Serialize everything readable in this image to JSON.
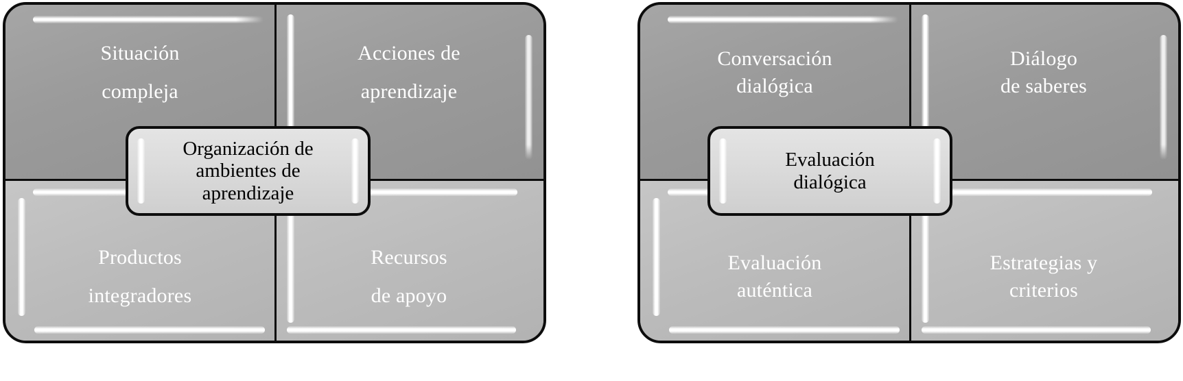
{
  "diagrams": [
    {
      "id": "organizacion-ambientes",
      "center": {
        "lines": [
          "Organización de",
          "ambientes de",
          "aprendizaje"
        ]
      },
      "quadrants": {
        "top_left": {
          "lines": [
            "Situación",
            "compleja"
          ]
        },
        "top_right": {
          "lines": [
            "Acciones de",
            "aprendizaje"
          ]
        },
        "bottom_left": {
          "lines": [
            "Productos",
            "integradores"
          ]
        },
        "bottom_right": {
          "lines": [
            "Recursos",
            "de apoyo"
          ]
        }
      }
    },
    {
      "id": "evaluacion-dialogica",
      "center": {
        "lines": [
          "Evaluación",
          "dialógica"
        ]
      },
      "quadrants": {
        "top_left": {
          "lines": [
            "Conversación",
            "dialógica"
          ]
        },
        "top_right": {
          "lines": [
            "Diálogo",
            "de saberes"
          ]
        },
        "bottom_left": {
          "lines": [
            "Evaluación",
            "auténtica"
          ]
        },
        "bottom_right": {
          "lines": [
            "Estrategias y",
            "criterios"
          ]
        }
      }
    }
  ],
  "colors": {
    "top_tile": "#9b9b9b",
    "bottom_tile": "#bcbcbc",
    "center_box": "#dcdcdc",
    "outline": "#0d0d0d",
    "quadrant_text": "#ffffff",
    "center_text": "#000000",
    "gloss": "#ffffff",
    "background": "#ffffff"
  }
}
